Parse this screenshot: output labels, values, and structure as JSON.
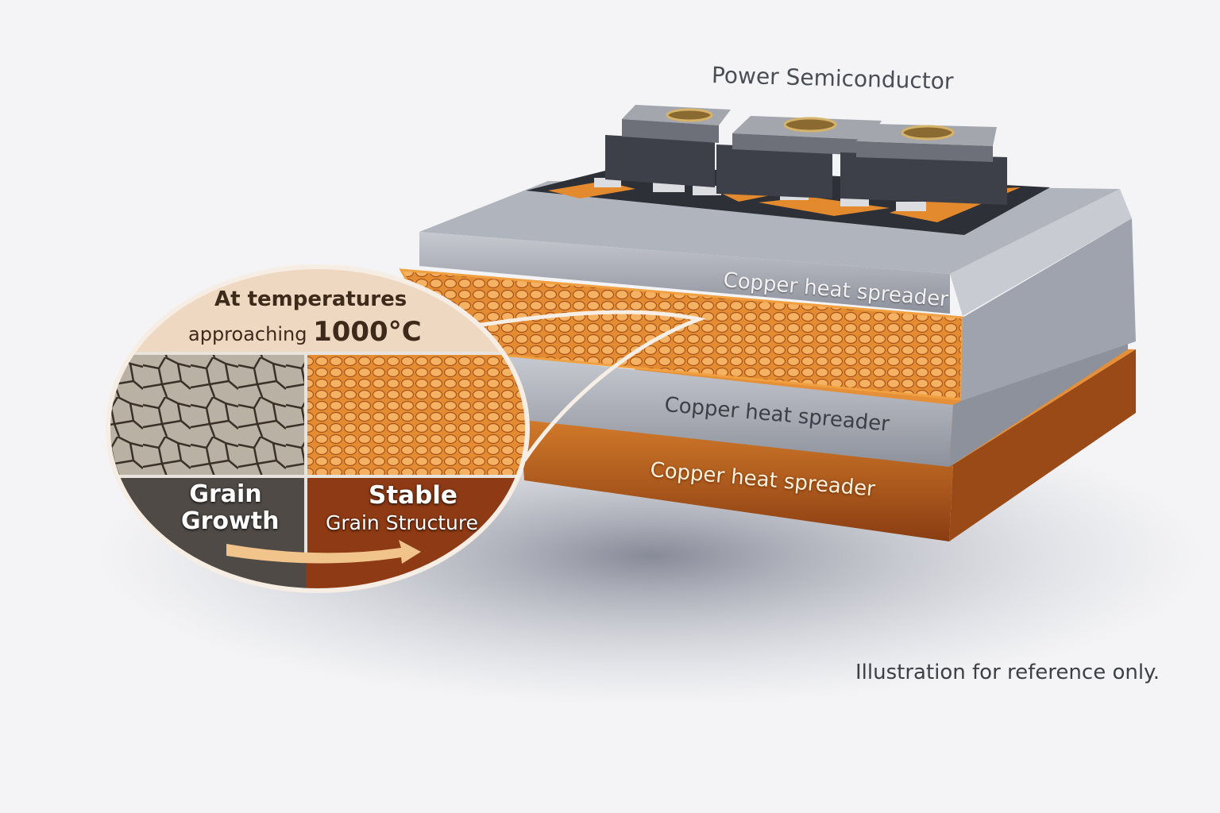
{
  "title": "Power Semiconductor",
  "layers": [
    {
      "label": "Copper heat spreader"
    },
    {
      "label": "Copper heat spreader"
    },
    {
      "label": "Copper heat spreader"
    }
  ],
  "magnifier": {
    "heading_line1": "At temperatures",
    "heading_line2_prefix": "approaching",
    "heading_temp": "1000°C",
    "left_label": "Grain Growth",
    "right_label_main": "Stable",
    "right_label_sub": "Grain Structure"
  },
  "disclaimer": "Illustration for reference only.",
  "colors": {
    "copper": "#e08a2c",
    "steel": "#a9adb6",
    "dark": "#3a3d44"
  }
}
